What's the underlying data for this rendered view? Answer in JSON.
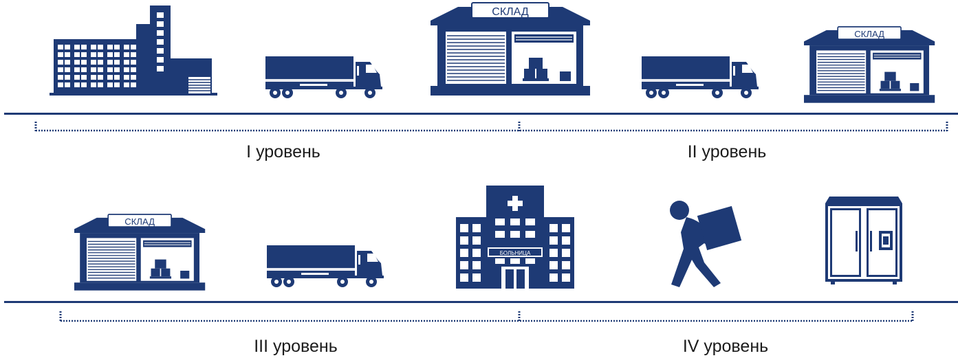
{
  "colors": {
    "primary": "#1e3a75",
    "text": "#1b1b1b",
    "background": "#ffffff"
  },
  "warehouse_sign": "СКЛАД",
  "hospital_sign": "БОЛЬНИЦА",
  "levels": [
    {
      "label": "I уровень"
    },
    {
      "label": "II уровень"
    },
    {
      "label": "III уровень"
    },
    {
      "label": "IV уровень"
    }
  ],
  "chain_row_1": [
    "factory-icon",
    "truck-icon",
    "warehouse-icon",
    "truck-icon",
    "warehouse-icon"
  ],
  "chain_row_2": [
    "warehouse-icon",
    "truck-icon",
    "hospital-icon",
    "courier-icon",
    "refrigerator-icon"
  ]
}
